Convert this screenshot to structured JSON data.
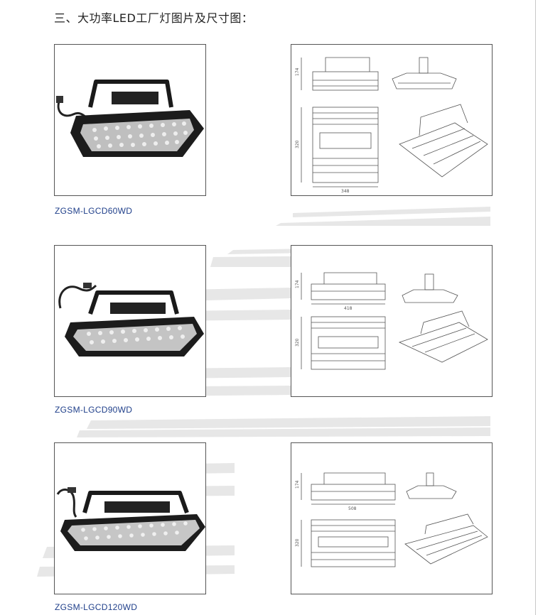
{
  "section_heading": "三、大功率LED工厂灯图片及尺寸图：",
  "products": [
    {
      "model": "ZGSM-LGCD60WD",
      "dimensions": {
        "height": "174",
        "depth": "320",
        "width": "348"
      }
    },
    {
      "model": "ZGSM-LGCD90WD",
      "dimensions": {
        "height": "174",
        "depth": "320",
        "width": "418"
      }
    },
    {
      "model": "ZGSM-LGCD120WD",
      "dimensions": {
        "height": "174",
        "depth": "320",
        "width": "508"
      }
    }
  ],
  "colors": {
    "model_label": "#1f3f8a",
    "frame_border": "#555555",
    "lamp_body": "#1c1c1c"
  },
  "icons": [
    "led-floodlight-photo",
    "dimension-drawing"
  ]
}
